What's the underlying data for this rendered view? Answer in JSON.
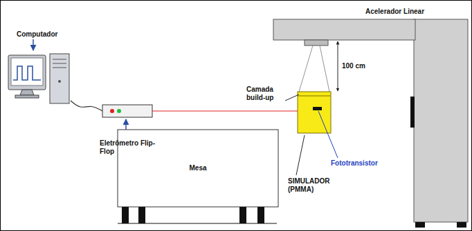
{
  "diagram": {
    "nodes": [
      {
        "text": [
          "Computador"
        ]
      },
      {
        "text": [
          "Eletrômetro Flip-Flop"
        ]
      },
      {
        "text": [
          "SIMULADOR (PMMA)"
        ]
      },
      {
        "text": [
          "Mesa"
        ]
      },
      {
        "text": [
          "Acelerador Linear"
        ]
      }
    ],
    "edges": [
      {
        "from": 0,
        "to": 1,
        "arrow": "none"
      },
      {
        "from": 1,
        "to": 2,
        "arrow": "none"
      }
    ],
    "labels": [
      "Camada build-up",
      "Fototransistor",
      "100 cm"
    ]
  }
}
